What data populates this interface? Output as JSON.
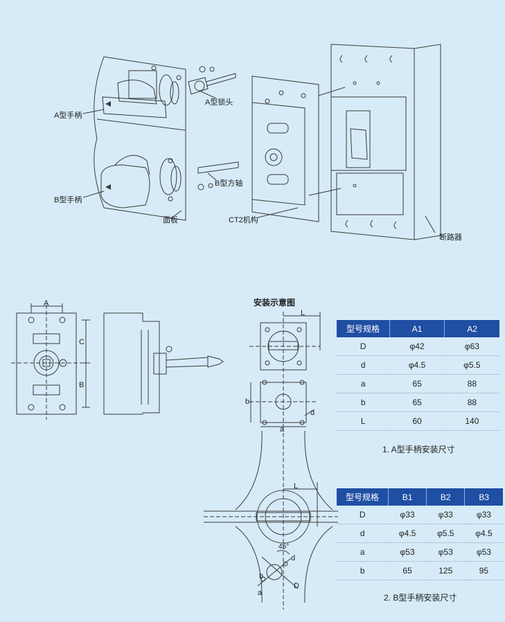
{
  "labels": {
    "a_handle": "A型手柄",
    "b_handle": "B型手柄",
    "a_lock": "A型锁头",
    "b_shaft": "B型方轴",
    "panel": "面板",
    "ct2": "CT2机构",
    "breaker": "断路器"
  },
  "install_title": "安装示意图",
  "dims": {
    "A": "A",
    "C": "C",
    "B": "B",
    "L": "L",
    "b": "b",
    "a": "a",
    "d": "d",
    "D": "D",
    "angle": "45°"
  },
  "table_a": {
    "headers": [
      "型号规格",
      "A1",
      "A2"
    ],
    "rows": [
      [
        "D",
        "φ42",
        "φ63"
      ],
      [
        "d",
        "φ4.5",
        "φ5.5"
      ],
      [
        "a",
        "65",
        "88"
      ],
      [
        "b",
        "65",
        "88"
      ],
      [
        "L",
        "60",
        "140"
      ]
    ],
    "caption": "1. A型手柄安装尺寸"
  },
  "table_b": {
    "headers": [
      "型号规格",
      "B1",
      "B2",
      "B3"
    ],
    "rows": [
      [
        "D",
        "φ33",
        "φ33",
        "φ33"
      ],
      [
        "d",
        "φ4.5",
        "φ5.5",
        "φ4.5"
      ],
      [
        "a",
        "φ53",
        "φ53",
        "φ53"
      ],
      [
        "b",
        "65",
        "125",
        "95"
      ]
    ],
    "caption": "2. B型手柄安装尺寸"
  },
  "colors": {
    "line": "#3a3a3a",
    "header": "#1f4fa3",
    "bg": "#d6ebf7"
  }
}
